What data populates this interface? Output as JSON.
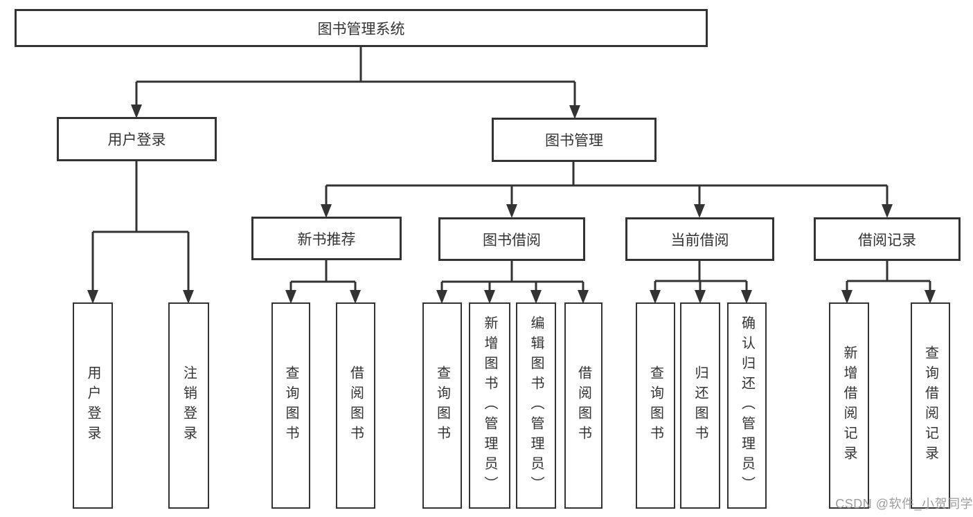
{
  "diagram": {
    "root": {
      "label": "图书管理系统"
    },
    "level2": {
      "user_login": {
        "label": "用户登录"
      },
      "book_mgmt": {
        "label": "图书管理"
      }
    },
    "level3": {
      "new_books": {
        "label": "新书推荐"
      },
      "book_borrow": {
        "label": "图书借阅"
      },
      "current_borrow": {
        "label": "当前借阅"
      },
      "borrow_records": {
        "label": "借阅记录"
      }
    },
    "leaves": {
      "login": {
        "label": "用户登录"
      },
      "logout": {
        "label": "注销登录"
      },
      "nb_query": {
        "label": "查询图书"
      },
      "nb_borrow": {
        "label": "借阅图书"
      },
      "bb_query": {
        "label": "查询图书"
      },
      "bb_add": {
        "label": "新增图书（管理员）"
      },
      "bb_edit": {
        "label": "编辑图书（管理员）"
      },
      "bb_borrow": {
        "label": "借阅图书"
      },
      "cb_query": {
        "label": "查询图书"
      },
      "cb_return": {
        "label": "归还图书"
      },
      "cb_confirm": {
        "label": "确认归还（管理员）"
      },
      "br_add": {
        "label": "新增借阅记录"
      },
      "br_query": {
        "label": "查询借阅记录"
      }
    },
    "colors": {
      "line": "#333333",
      "text": "#333333",
      "background": "#ffffff"
    }
  },
  "watermark": {
    "text": "CSDN @软件_小贺同学",
    "color": "#9c9c9c"
  }
}
